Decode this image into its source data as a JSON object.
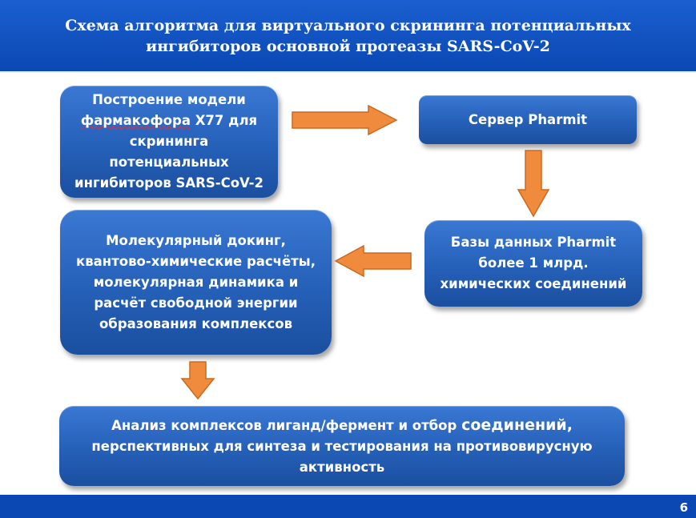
{
  "header": {
    "title_line1": "Схема алгоритма для виртуального скрининга потенциальных",
    "title_line2": "ингибиторов основной протеазы SARS-CoV-2"
  },
  "boxes": {
    "pharmacophore": {
      "line1_a": "Построение модели",
      "line2_a": "фармакофора",
      "line2_b": " Х77 для",
      "line3": "скрининга",
      "line4": "потенциальных",
      "line5": "ингибиторов SARS-CoV-2"
    },
    "server": {
      "line1": "Сервер Pharmit"
    },
    "databases": {
      "line1": "Базы данных Pharmit",
      "line2": "более 1 млрд.",
      "line3": "химических соединений"
    },
    "docking": {
      "line1": "Молекулярный докинг,",
      "line2": "квантово-химические расчёты,",
      "line3": "молекулярная динамика и",
      "line4": "расчёт свободной энергии",
      "line5": "образования комплексов"
    },
    "analysis": {
      "line1_a": "Анализ комплексов лиганд/фермент и отбор ",
      "line1_b": "соединений",
      "line1_c": ",",
      "line2": "перспективных для синтеза и тестирования на противовирусную",
      "line3": "активность"
    }
  },
  "footer": {
    "page_number": "6"
  },
  "colors": {
    "header_blue": "#0b48b3",
    "box_blue": "#2560b8",
    "arrow_orange": "#f08a3c"
  }
}
